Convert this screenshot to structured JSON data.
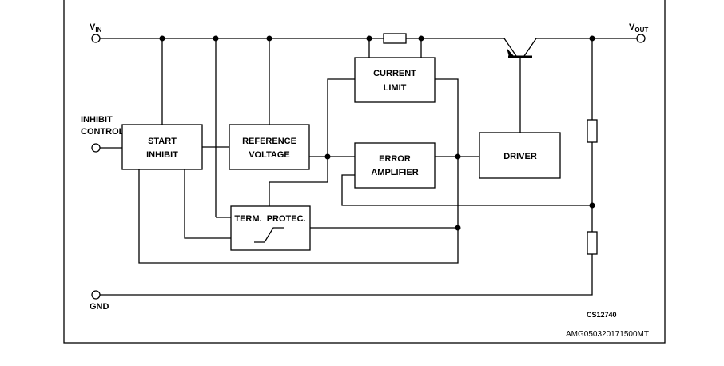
{
  "pins": {
    "vin": {
      "main": "V",
      "sub": "IN"
    },
    "vout": {
      "main": "V",
      "sub": "OUT"
    },
    "inhibit_line1": "INHIBIT",
    "inhibit_line2": "CONTROL",
    "gnd": "GND"
  },
  "blocks": {
    "start_inhibit": [
      "START",
      "INHIBIT"
    ],
    "reference_voltage": [
      "REFERENCE",
      "VOLTAGE"
    ],
    "current_limit": [
      "CURRENT",
      "LIMIT"
    ],
    "error_amplifier": [
      "ERROR",
      "AMPLIFIER"
    ],
    "driver": [
      "DRIVER"
    ],
    "term_protec": [
      "TERM.  PROTEC."
    ]
  },
  "drawing_code": "CS12740",
  "figure_id": "AMG050320171500MT"
}
